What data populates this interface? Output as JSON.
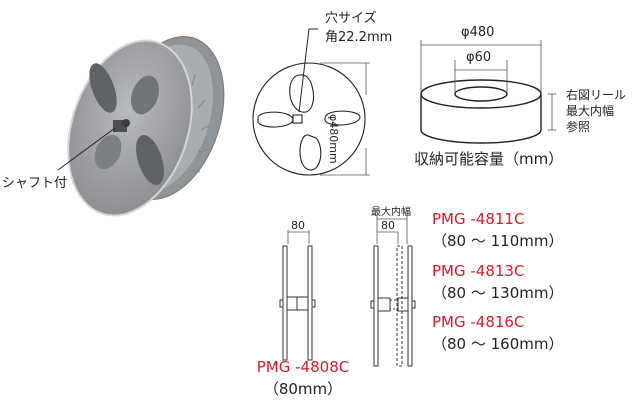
{
  "photo": {
    "shaft_label": "シャフト付"
  },
  "front_view": {
    "hole_label_line1": "穴サイズ",
    "hole_label_line2": "角22.2mm",
    "diameter_label": "φ480mm"
  },
  "capacity": {
    "outer_diameter": "φ480",
    "inner_diameter": "φ60",
    "side_note_line1": "右図リール",
    "side_note_line2": "最大内幅",
    "side_note_line3": "参照",
    "title": "収納可能容量（mm）"
  },
  "side_views": {
    "fixed_width_dim": "80",
    "max_inner_width_label": "最大内幅",
    "adjustable_min_dim": "80"
  },
  "models": [
    {
      "name": "PMG -4808C",
      "range": "（80mm）"
    },
    {
      "name": "PMG -4811C",
      "range": "（80 ～ 110mm）"
    },
    {
      "name": "PMG -4813C",
      "range": "（80 ～ 130mm）"
    },
    {
      "name": "PMG -4816C",
      "range": "（80 ～ 160mm）"
    }
  ],
  "colors": {
    "model_red": "#d0202e",
    "line": "#333333",
    "reel_gray": "#9a9c9e"
  }
}
